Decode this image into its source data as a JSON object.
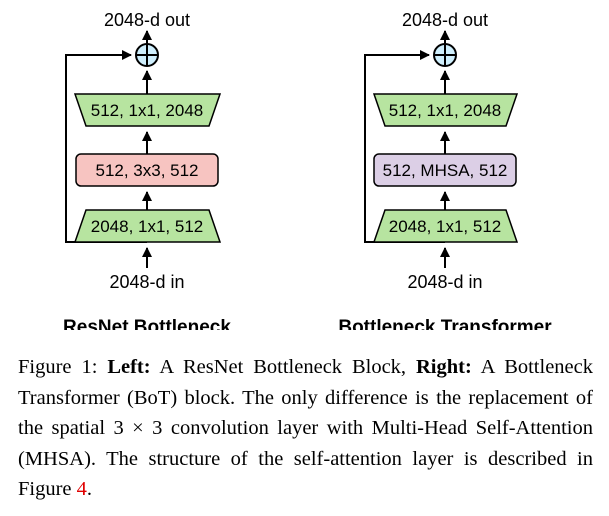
{
  "colors": {
    "trapezoid_fill": "#b7e4a0",
    "conv3x3_fill": "#f7c4c1",
    "mhsa_fill": "#dccfe6",
    "adder_fill": "#cfeffd",
    "stroke": "#000000",
    "figure_ref": "#e00000"
  },
  "icons": {
    "adder": "circle-plus-icon",
    "arrow": "arrow-up-icon"
  },
  "diagram": {
    "left": {
      "title": "ResNet Bottleneck",
      "output_label": "2048-d out",
      "input_label": "2048-d in",
      "layers": {
        "top": "512, 1x1, 2048",
        "middle": "512, 3x3, 512",
        "bottom": "2048, 1x1, 512"
      }
    },
    "right": {
      "title": "Bottleneck Transformer",
      "output_label": "2048-d out",
      "input_label": "2048-d in",
      "layers": {
        "top": "512, 1x1, 2048",
        "middle": "512, MHSA, 512",
        "bottom": "2048, 1x1, 512"
      }
    }
  },
  "caption": {
    "figure_label": "Figure 1:",
    "left_label": "Left:",
    "left_text": "A ResNet Bottleneck Block,",
    "right_label": "Right:",
    "right_text": "A Bot­tleneck Transformer (BoT) block.  The only difference is the replacement of the spatial 3 × 3 convolution layer with Multi-Head Self-Attention (MHSA). The structure of the self-attention layer is described in Figure",
    "figure_ref": "4",
    "end": "."
  }
}
